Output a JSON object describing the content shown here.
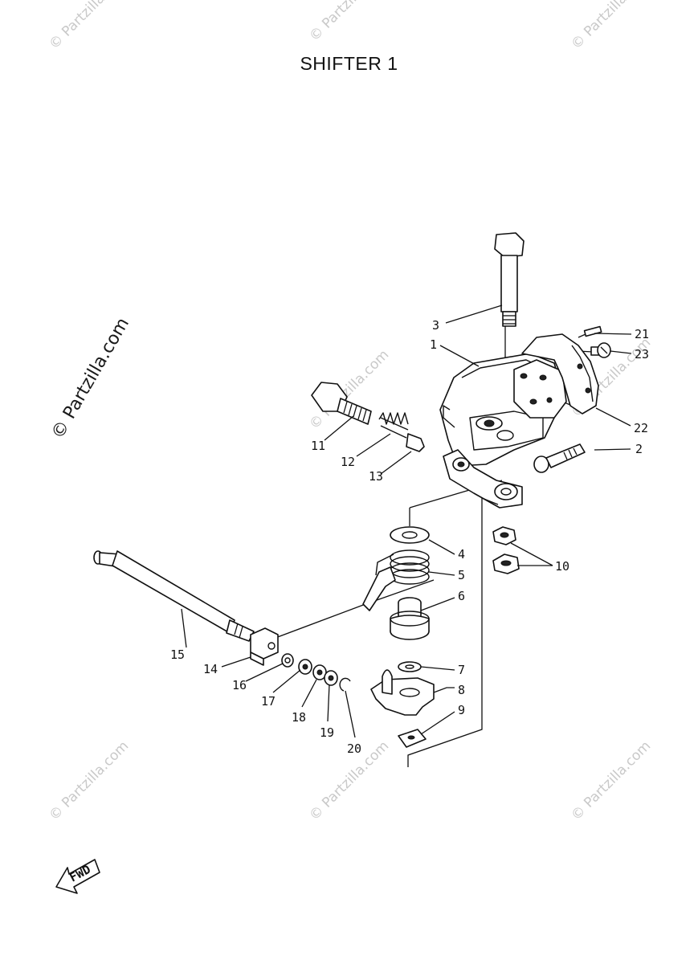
{
  "title": "SHIFTER 1",
  "side_watermark": "© Partzilla.com",
  "watermark_text": "© Partzilla.com",
  "fwd_label": "FWD",
  "callouts": [
    {
      "id": "c1",
      "label": "1"
    },
    {
      "id": "c2",
      "label": "2"
    },
    {
      "id": "c3",
      "label": "3"
    },
    {
      "id": "c4",
      "label": "4"
    },
    {
      "id": "c5",
      "label": "5"
    },
    {
      "id": "c6",
      "label": "6"
    },
    {
      "id": "c7",
      "label": "7"
    },
    {
      "id": "c8",
      "label": "8"
    },
    {
      "id": "c9",
      "label": "9"
    },
    {
      "id": "c10",
      "label": "10"
    },
    {
      "id": "c11",
      "label": "11"
    },
    {
      "id": "c12",
      "label": "12"
    },
    {
      "id": "c13",
      "label": "13"
    },
    {
      "id": "c14",
      "label": "14"
    },
    {
      "id": "c15",
      "label": "15"
    },
    {
      "id": "c16",
      "label": "16"
    },
    {
      "id": "c17",
      "label": "17"
    },
    {
      "id": "c18",
      "label": "18"
    },
    {
      "id": "c19",
      "label": "19"
    },
    {
      "id": "c20",
      "label": "20"
    },
    {
      "id": "c21",
      "label": "21"
    },
    {
      "id": "c22",
      "label": "22"
    },
    {
      "id": "c23",
      "label": "23"
    }
  ]
}
